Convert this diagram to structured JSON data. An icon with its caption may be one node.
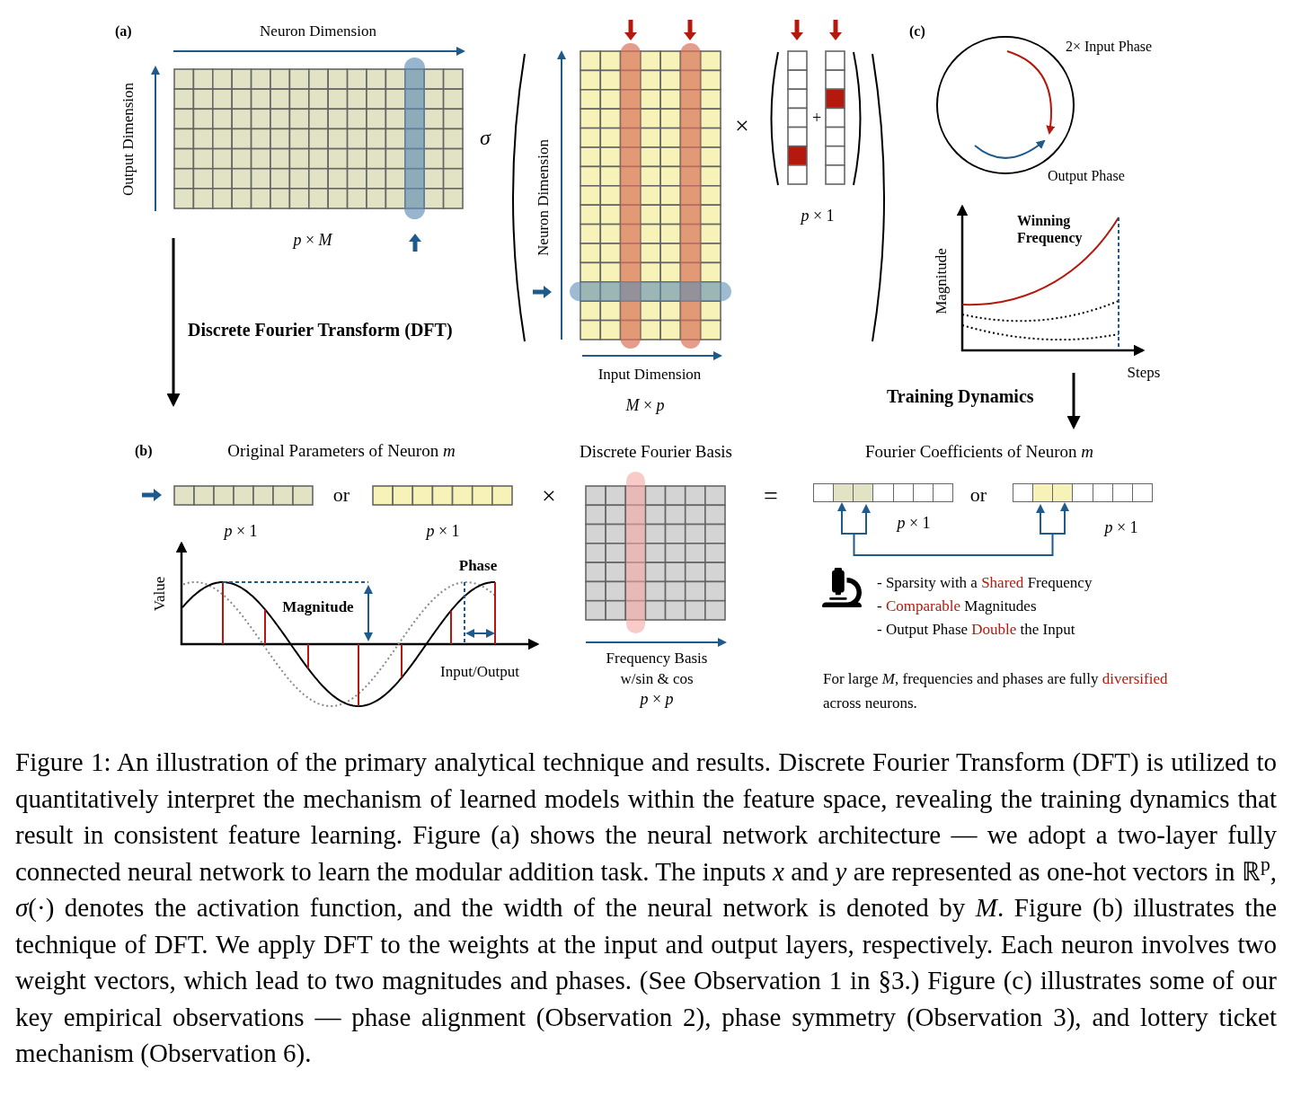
{
  "diagram": {
    "caption": "Figure 1: An illustration of the primary analytical technique and results. Discrete Fourier Transform (DFT) is utilized to quantitatively interpret the mechanism of learned models within the feature space, revealing the training dynamics that result in consistent feature learning. Figure (a) shows the neural network architecture — we adopt a two-layer fully connected neural network to learn the modular addition task. The inputs *x* and *y* are represented as one-hot vectors in ℝ$^{p}$, *σ*(·) denotes the activation function, and the width of the neural network is denoted by *M*. Figure (b) illustrates the technique of DFT. We apply DFT to the weights at the input and output layers, respectively. Each neuron involves two weight vectors, which lead to two magnitudes and phases. (See Observation 1 in §3.) Figure (c) illustrates some of our key empirical observations — phase alignment (Observation 2), phase symmetry (Observation 3), and lottery ticket mechanism (Observation 6).",
    "nodes": [
      {
        "text": [],
        "shape": "bar",
        "beside": [
          "*p* × 1"
        ]
      },
      {
        "text": [],
        "shape": "bar",
        "beside": [
          "*p* × 1"
        ]
      }
    ],
    "edges": [
      {
        "from": 0,
        "to": 1,
        "arrow": "both"
      }
    ],
    "labels": [
      "(a)",
      "Neuron Dimension",
      "Output Dimension",
      "*p* × *M*",
      "σ",
      "Neuron Dimension",
      "×",
      "+",
      "*p* × 1",
      "Input Dimension",
      "*M* × *p*",
      "Discrete Fourier Transform (DFT)",
      "(c)",
      "2× Input Phase",
      "Output Phase",
      "Winning Frequency",
      "Magnitude",
      "Steps",
      "Training Dynamics",
      "(b)",
      "Original Parameters of Neuron *m*",
      "or",
      "*p* × 1",
      "*p* × 1",
      "×",
      "Value",
      "Magnitude",
      "Phase",
      "Input/Output",
      "Discrete Fourier Basis",
      "Frequency Basis w/sin & cos",
      "*p* × *p*",
      "=",
      "Fourier Coefficients of Neuron *m*",
      "or",
      "- Sparsity with a",
      "Shared",
      "Frequency",
      "-",
      "Comparable",
      "Magnitudes",
      "- Output Phase",
      "Double",
      "the Input",
      "For large *M*, frequencies and phases are fully",
      "diversified",
      "across neurons."
    ]
  }
}
